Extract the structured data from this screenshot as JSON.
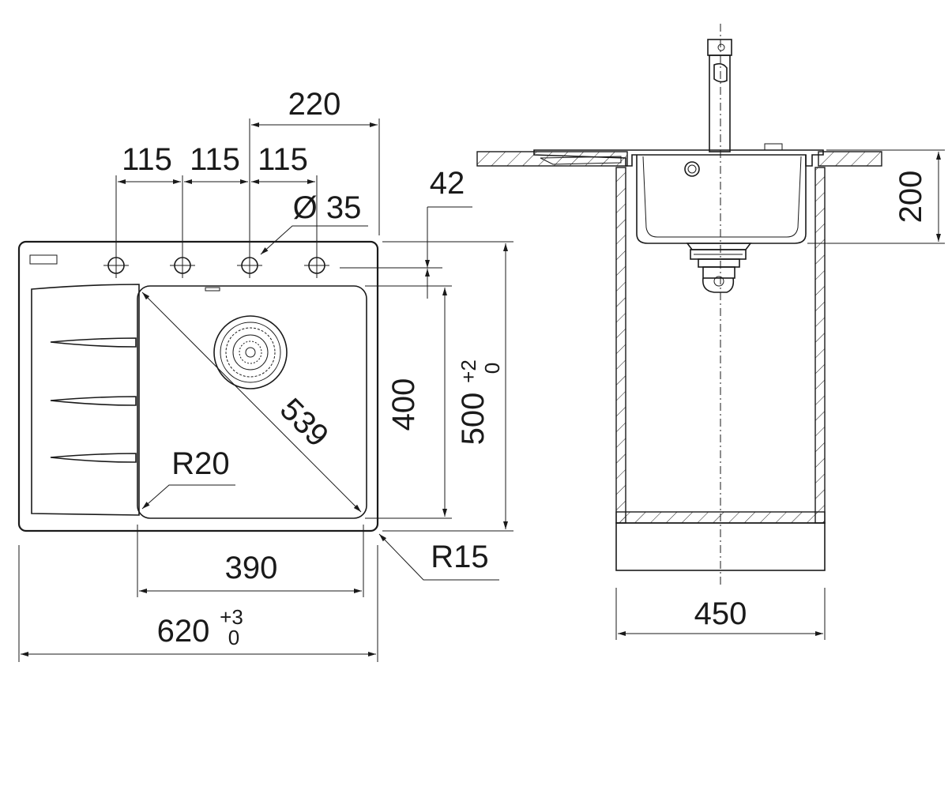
{
  "dimensions": {
    "d220": "220",
    "d115a": "115",
    "d115b": "115",
    "d115c": "115",
    "d42": "42",
    "dia35": "Ø 35",
    "d539": "539",
    "d400": "400",
    "d500": "500",
    "d500_tol_upper": "+2",
    "d500_tol_lower": "0",
    "r20": "R20",
    "r15": "R15",
    "d390": "390",
    "d620": "620",
    "d620_tol_upper": "+3",
    "d620_tol_lower": "0",
    "d200": "200",
    "d450": "450"
  },
  "colors": {
    "line": "#1a1a1a",
    "background": "#ffffff"
  }
}
